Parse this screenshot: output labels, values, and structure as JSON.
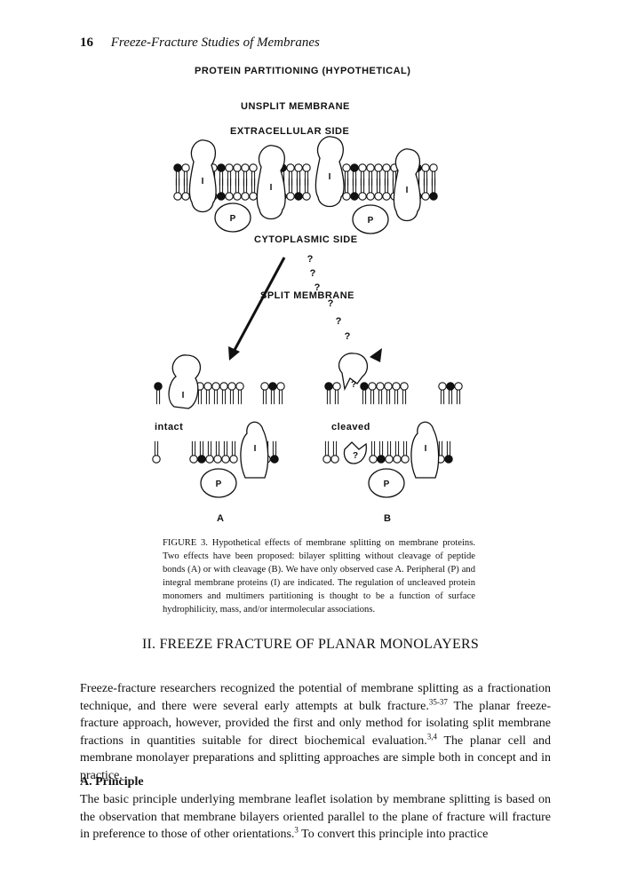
{
  "header": {
    "page_number": "16",
    "running_title": "Freeze-Fracture Studies of Membranes"
  },
  "figure": {
    "title": "PROTEIN PARTITIONING (HYPOTHETICAL)",
    "unsplit_label": "UNSPLIT MEMBRANE",
    "extracellular_label": "EXTRACELLULAR SIDE",
    "cytoplasmic_label": "CYTOPLASMIC SIDE",
    "split_label": "SPLIT MEMBRANE",
    "integral_letter": "I",
    "peripheral_letter": "P",
    "question_mark": "?",
    "intact_label": "intact",
    "cleaved_label": "cleaved",
    "panel_a": "A",
    "panel_b": "B"
  },
  "caption": "FIGURE 3.  Hypothetical effects of membrane splitting on membrane proteins. Two effects have been proposed: bilayer splitting without cleavage of peptide bonds (A) or with cleavage (B). We have only observed case A. Peripheral (P) and integral membrane proteins (I) are indicated. The regulation of uncleaved protein monomers and multimers partitioning is thought to be a function of surface hydrophilicity, mass, and/or intermolecular associations.",
  "section_heading": "II.  FREEZE FRACTURE OF PLANAR MONOLAYERS",
  "para1": {
    "text_a": "Freeze-fracture researchers recognized the potential of membrane splitting as a fractionation technique, and there were several early attempts at bulk fracture.",
    "ref_a": "35-37",
    "text_b": " The planar freeze-fracture approach, however, provided the first and only method for isolating split membrane fractions in quantities suitable for direct biochemical evaluation.",
    "ref_b": "3,4",
    "text_c": " The planar cell and membrane monolayer preparations and splitting approaches are simple both in concept and in practice."
  },
  "sub_heading": "A.  Principle",
  "para2": {
    "text_a": "The basic principle underlying membrane leaflet isolation by membrane splitting is based on the observation that membrane bilayers oriented parallel to the plane of fracture will fracture in preference to those of other orientations.",
    "ref_a": "3",
    "text_b": " To convert this principle into practice"
  }
}
